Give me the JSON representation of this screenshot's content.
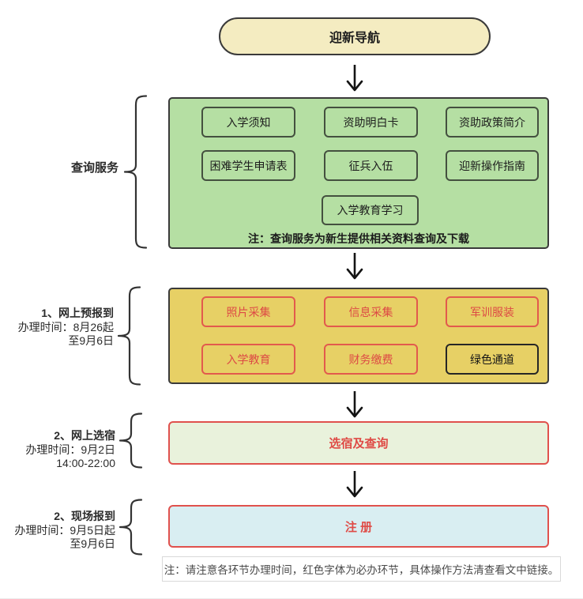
{
  "header": {
    "title": "迎新导航"
  },
  "query_section": {
    "side_label": "查询服务",
    "items": [
      "入学须知",
      "资助明白卡",
      "资助政策简介",
      "困难学生申请表",
      "征兵入伍",
      "迎新操作指南",
      "入学教育学习"
    ],
    "note": "注：查询服务为新生提供相关资料查询及下载"
  },
  "prereg_section": {
    "side_label_title": "1、网上预报到",
    "side_label_line2": "办理时间：8月26起",
    "side_label_line3": "至9月6日",
    "items": [
      "照片采集",
      "信息采集",
      "军训服装",
      "入学教育",
      "财务缴费",
      "绿色通道"
    ]
  },
  "dorm_section": {
    "side_label_title": "2、网上选宿",
    "side_label_line2": "办理时间：9月2日",
    "side_label_line3": "14:00-22:00",
    "button": "选宿及查询"
  },
  "onsite_section": {
    "side_label_title": "2、现场报到",
    "side_label_line2": "办理时间：9月5日起",
    "side_label_line3": "至9月6日",
    "button": "注 册"
  },
  "footer_note": "注：请注意各环节办理时间，红色字体为必办环节，具体操作方法清查看文中链接。",
  "colors": {
    "root_fill": "#f4ecc1",
    "query_fill": "#b5dfa3",
    "prereg_fill": "#e7d065",
    "dorm_fill": "#e9f2dc",
    "onsite_fill": "#d9eef2",
    "required_red": "#e0514d",
    "dark_border": "#3a3a3a"
  }
}
